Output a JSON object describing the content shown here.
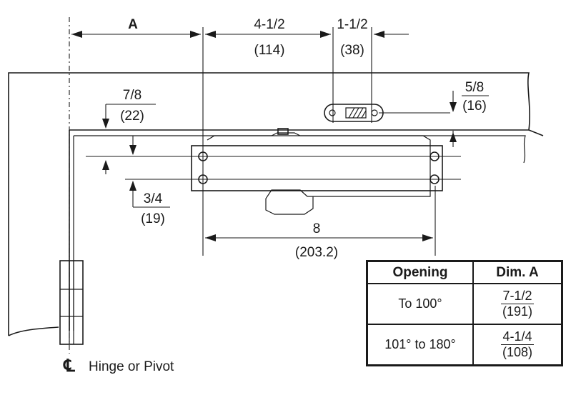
{
  "labels": {
    "dim_a": "A",
    "dim_4_1_2": "4-1/2",
    "dim_114": "(114)",
    "dim_1_1_2": "1-1/2",
    "dim_38": "(38)",
    "dim_5_8": "5/8",
    "dim_16": "(16)",
    "dim_7_8": "7/8",
    "dim_22": "(22)",
    "dim_3_4": "3/4",
    "dim_19": "(19)",
    "dim_8": "8",
    "dim_203_2": "(203.2)",
    "centerline_symbol": "℄",
    "hinge_caption": "Hinge or Pivot"
  },
  "table": {
    "headers": [
      "Opening",
      "Dim. A"
    ],
    "rows": [
      {
        "opening": "To 100°",
        "dim_num": "7-1/2",
        "dim_den": "(191)"
      },
      {
        "opening": "101° to 180°",
        "dim_num": "4-1/4",
        "dim_den": "(108)"
      }
    ]
  }
}
